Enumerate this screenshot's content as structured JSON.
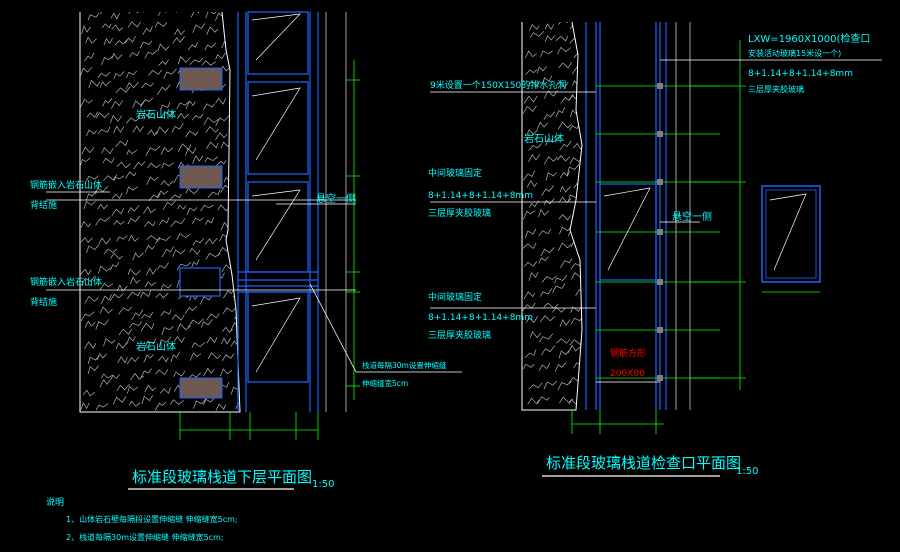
{
  "colors": {
    "background": "#000000",
    "wall_outline": "#ffffff",
    "glass_frame": "#1e64ff",
    "cyan_text": "#00ffff",
    "green_dim": "#00ff00",
    "grey_post": "#808080",
    "red_note": "#ff0000",
    "hatch": "#b4b4b4",
    "brown_fill": "#6e5a50"
  },
  "left_drawing": {
    "title": "标准段玻璃栈道下层平面图",
    "scale": "1:50",
    "rock_labels": [
      "岩石山体",
      "岩石山体"
    ],
    "anchor_label_1": [
      "钢筋嵌入岩石山体",
      "背结施"
    ],
    "anchor_label_2": [
      "钢筋嵌入岩石山体",
      "背结施"
    ],
    "cliff_side": "悬空一侧",
    "leader_note": [
      "栈道每隔30m设置伸缩缝",
      "伸缩缝宽5cm"
    ]
  },
  "right_drawing": {
    "title": "标准段玻璃栈道检查口平面图",
    "scale": "1:50",
    "hole_note": "9米设置一个150X150的排水孔洞",
    "rock_label": "岩石山体",
    "glass_note_1": [
      "中间玻璃固定",
      "8+1.14+8+1.14+8mm",
      "三层厚夹胶玻璃"
    ],
    "glass_note_2": [
      "中间玻璃固定",
      "8+1.14+8+1.14+8mm",
      "三层厚夹胶玻璃"
    ],
    "cliff_side": "悬空一侧",
    "hatch_note": [
      "LXW=1960X1000(检查口",
      "安装活动玻璃15米设一个)",
      "8+1.14+8+1.14+8mm",
      "三层厚夹胶玻璃"
    ],
    "steel_note": [
      "钢筋方形",
      "200X80"
    ]
  },
  "notes": {
    "heading": "说明",
    "items": [
      "1、山体岩石壁每隔段设置伸缩缝 伸缩缝宽5cm;",
      "2、栈道每隔30m设置伸缩缝 伸缩缝宽5cm;"
    ]
  }
}
